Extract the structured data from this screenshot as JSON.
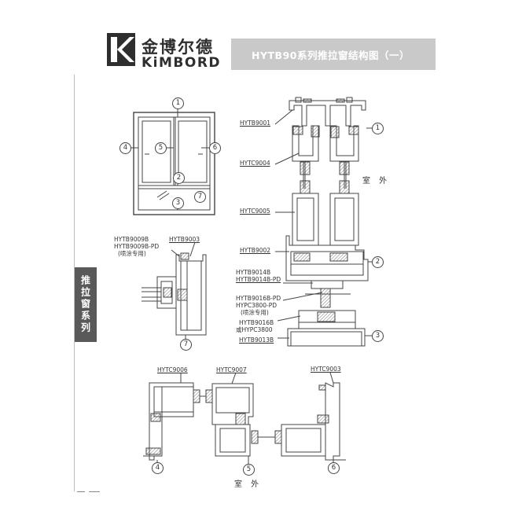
{
  "header": {
    "brand_cn": "金博尔德",
    "brand_en": "KiMBORD",
    "logo_icon": "kimbord-logo-icon",
    "title": "HYTB90系列推拉窗结构图（一）"
  },
  "side_tab": {
    "label": "推拉窗系列"
  },
  "callouts": {
    "n1": "1",
    "n2": "2",
    "n3": "3",
    "n4": "4",
    "n5": "5",
    "n6": "6",
    "n7": "7"
  },
  "labels": {
    "hytb9001": "HYTB9001",
    "hytc9004": "HYTC9004",
    "hytc9005": "HYTC9005",
    "hytb9002": "HYTB9002",
    "hytb9014b": "HYTB9014B",
    "hytb9014b_pd": "HYTB9014B-PD",
    "hytb9016b_pd": "HYTB9016B-PD",
    "hypc3800_pd": "HYPC3800-PD",
    "spray_note_1": "(喷涂专用)",
    "hytb9016b": "HYTB9016B",
    "or_hypc3800": "或HYPC3800",
    "hytb9013b": "HYTB9013B",
    "hytb9009b": "HYTB9009B",
    "hytb9009b_pd": "HYTB9009B-PD",
    "spray_note_2": "(喷涂专用)",
    "hytb9003": "HYTB9003",
    "hytc9006": "HYTC9006",
    "hytc9007": "HYTC9007",
    "hytc9003": "HYTC9003",
    "outdoor_right": "室 外",
    "outdoor_bottom": "室 外"
  },
  "colors": {
    "line": "#444444",
    "title_bar": "#c9c9c9",
    "side_tab": "#595959",
    "hatch": "#777777"
  }
}
